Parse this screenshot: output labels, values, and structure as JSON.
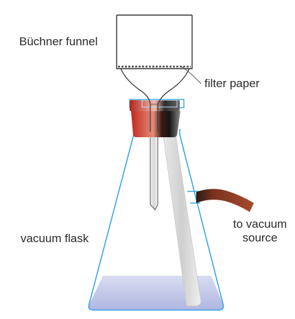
{
  "labels": {
    "funnel": "Büchner funnel",
    "filter_paper": "filter paper",
    "flask": "vacuum flask",
    "vacuum_line1": "to vacuum",
    "vacuum_line2": "source"
  },
  "colors": {
    "outline": "#333333",
    "glass": "#3aa6e8",
    "liquid_top": "#d6d9ef",
    "liquid_bottom": "#b3b8e3",
    "stopper_red": "#b8281c",
    "stopper_dark": "#1a1a1a",
    "tubing": "#8a3a22"
  }
}
